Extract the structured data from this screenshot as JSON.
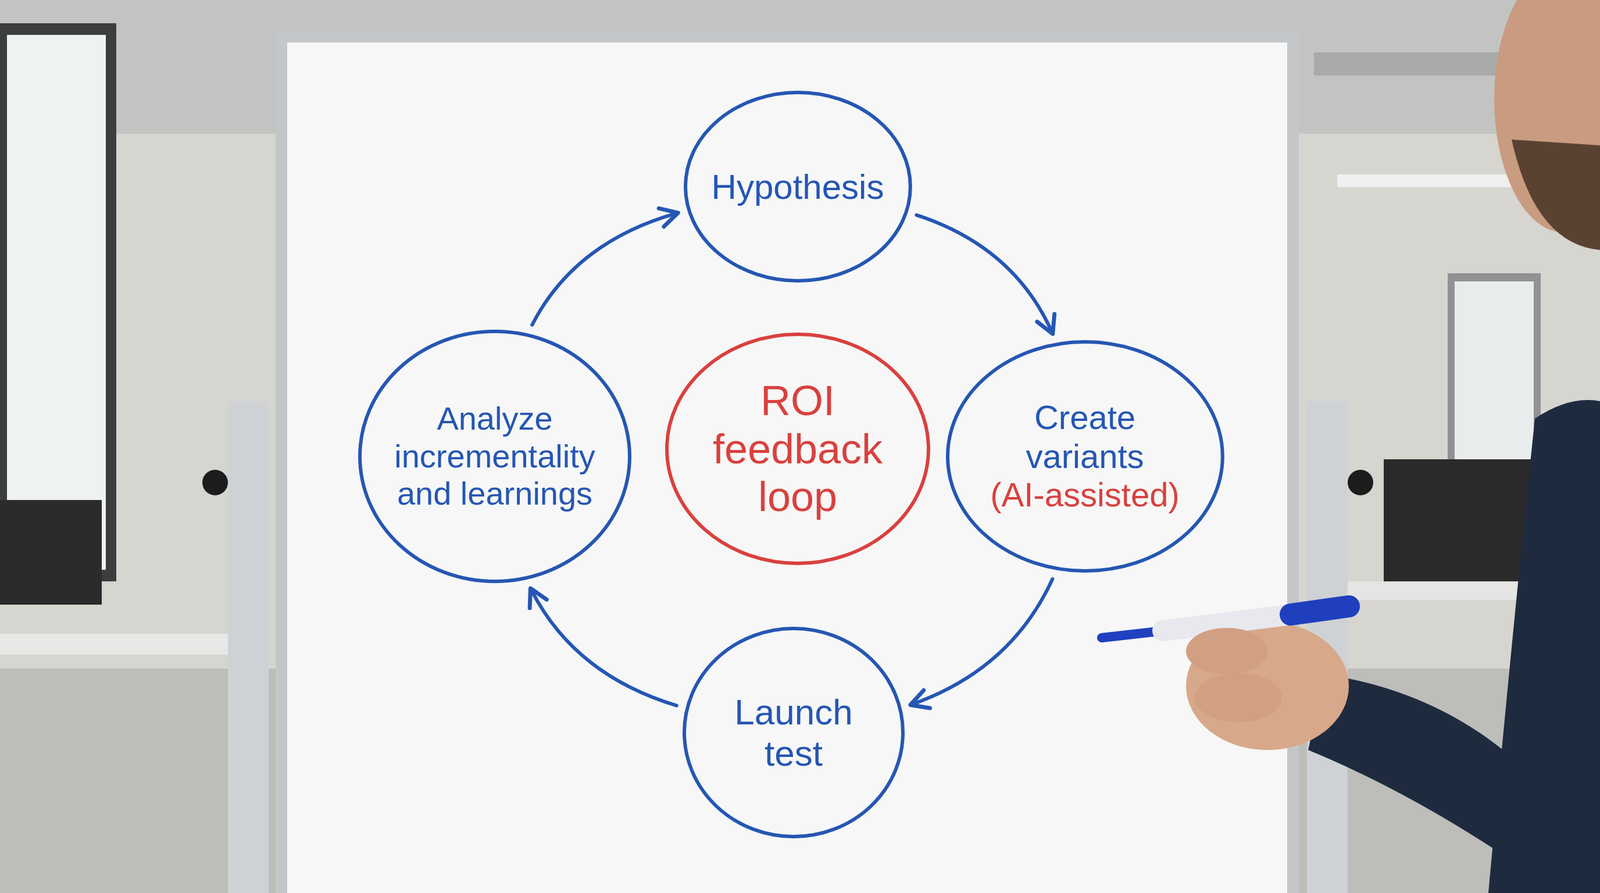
{
  "diagram": {
    "nodes": [
      {
        "text": [
          "Hypothesis"
        ]
      },
      {
        "text": [
          "Analyze incrementality and learnings"
        ]
      },
      {
        "text": [
          "ROI feedback loop"
        ]
      },
      {
        "text": [
          "Create variants",
          "(AI-assisted)"
        ]
      },
      {
        "text": [
          "Launch test"
        ]
      }
    ],
    "edges": [
      {
        "from": 0,
        "to": 3,
        "arrow": "to"
      },
      {
        "from": 3,
        "to": 4,
        "arrow": "to"
      },
      {
        "from": 4,
        "to": 1,
        "arrow": "to"
      },
      {
        "from": 1,
        "to": 0,
        "arrow": "to"
      }
    ]
  }
}
